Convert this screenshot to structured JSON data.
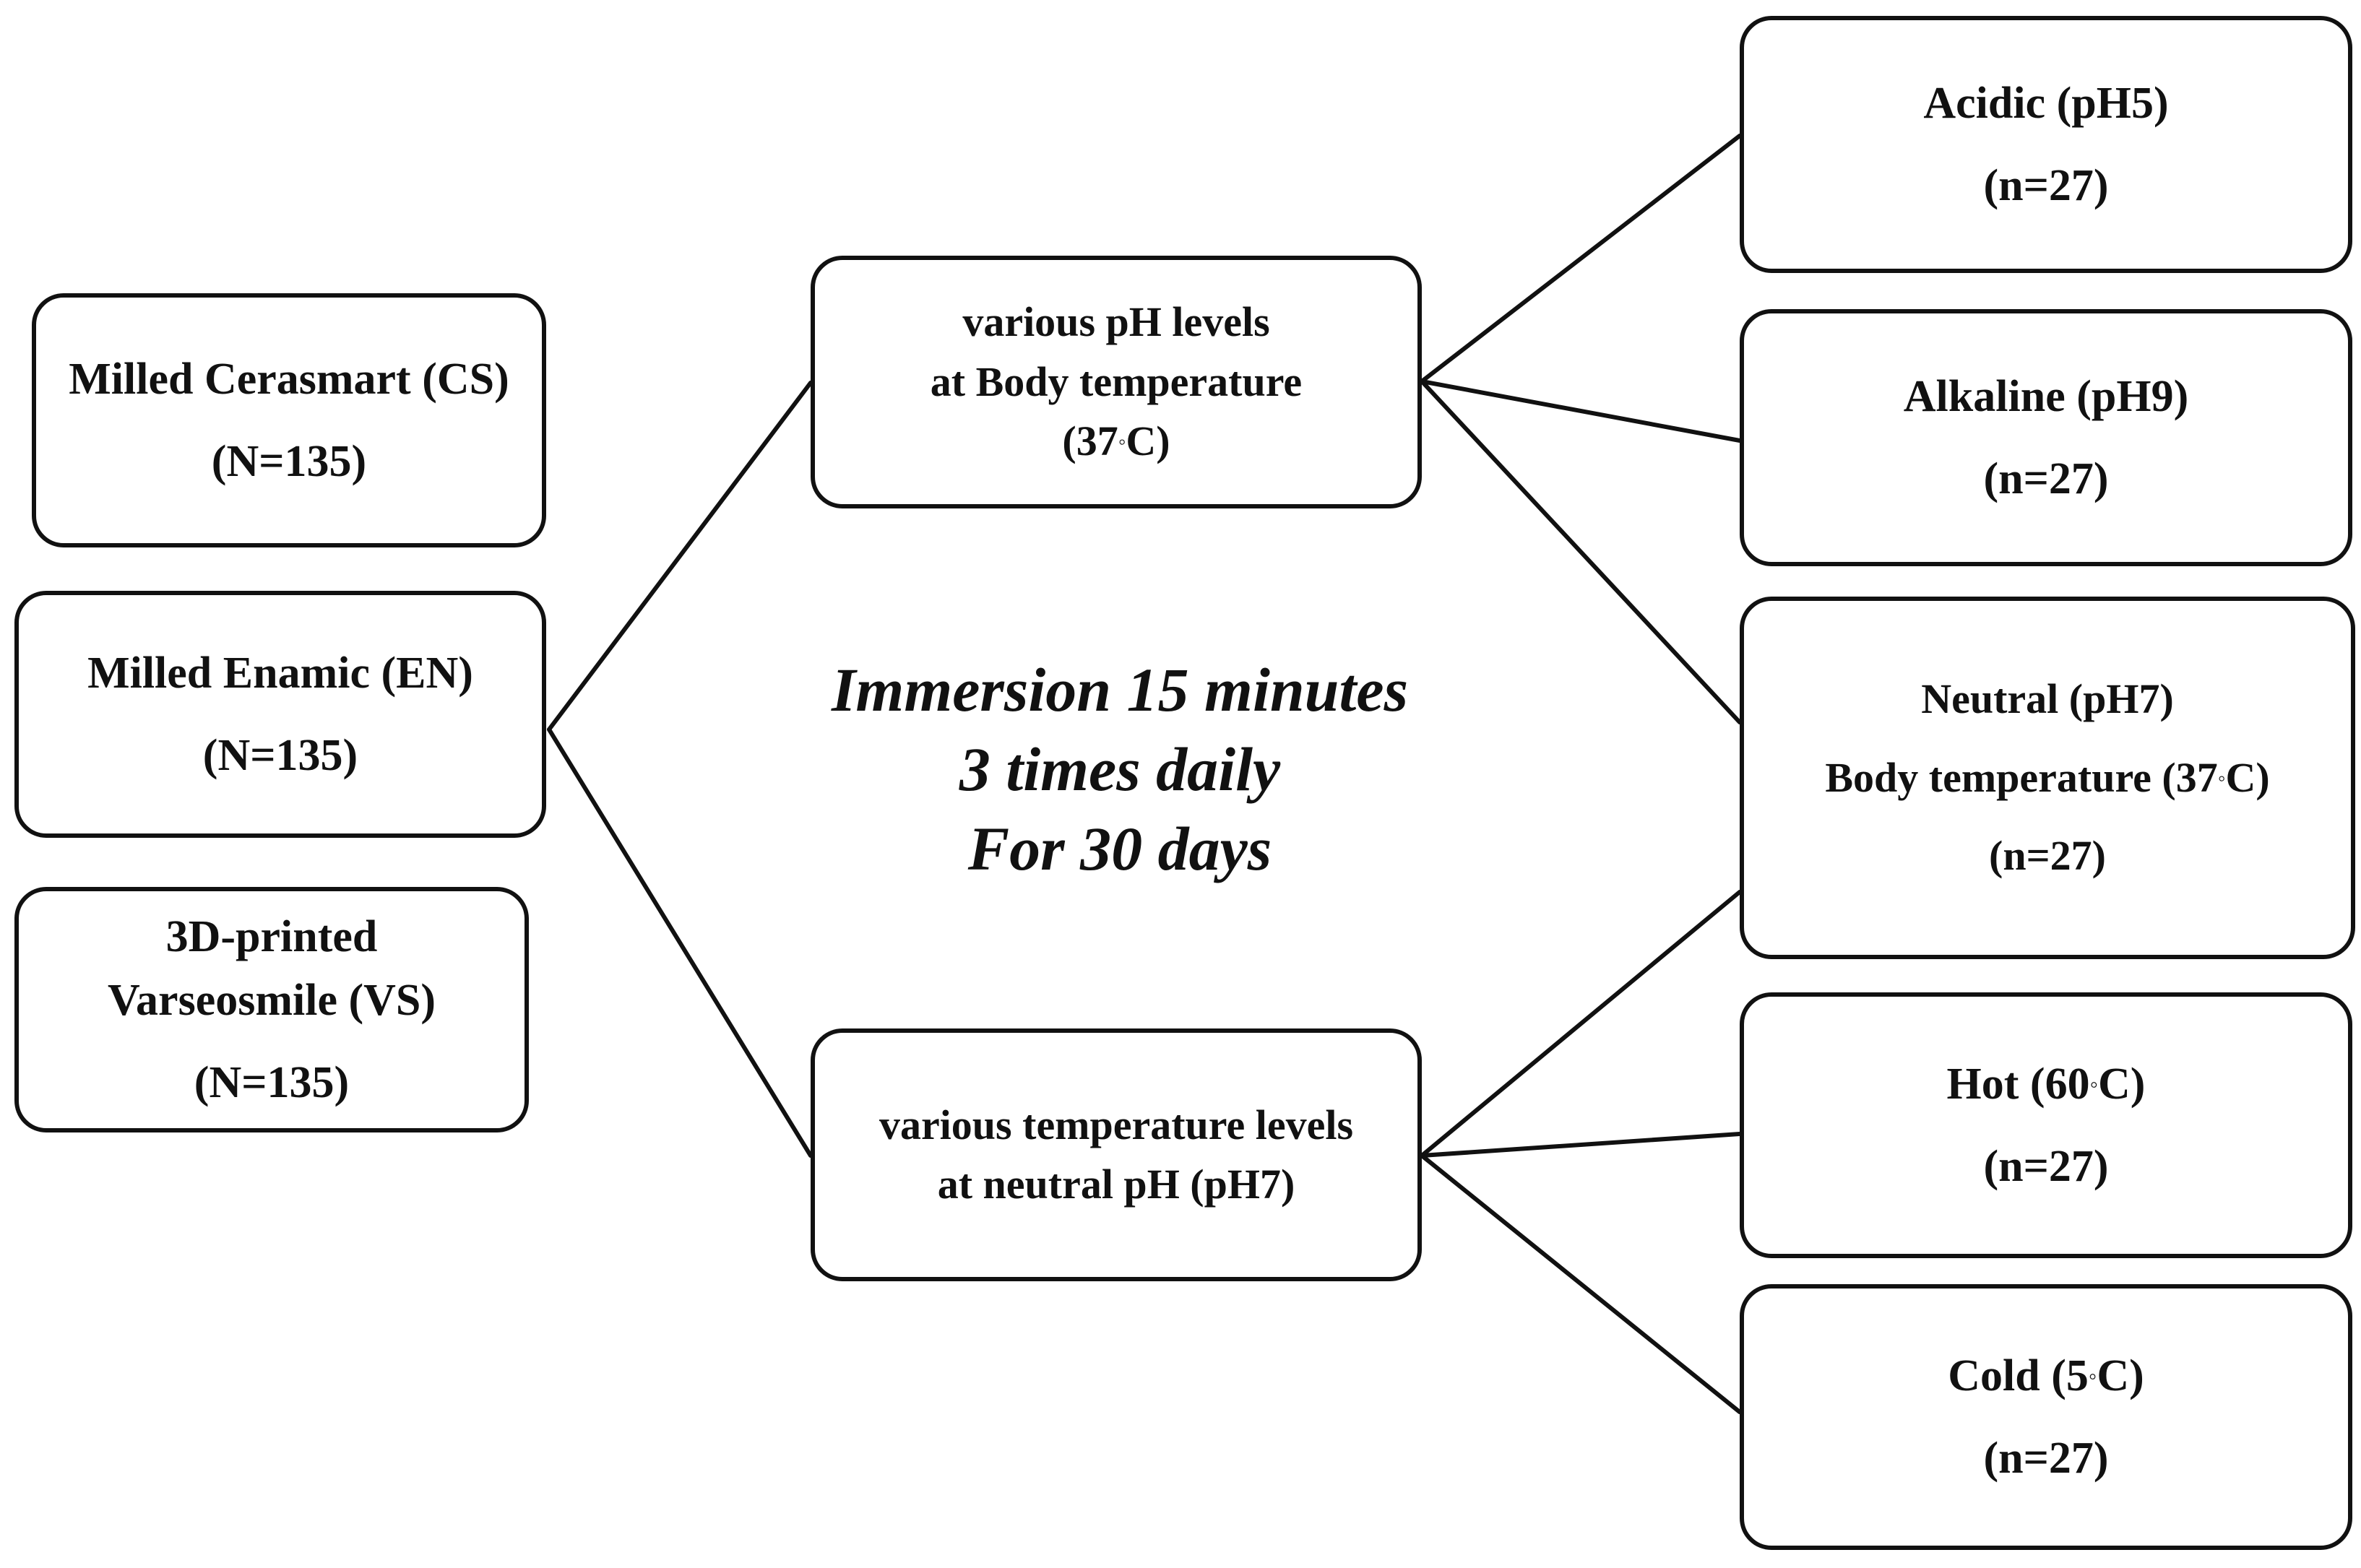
{
  "diagram": {
    "title": "Study design flowchart",
    "line_color": "#111111",
    "background": "#ffffff",
    "materials": [
      {
        "id": "cs",
        "line1": "Milled Cerasmart (CS)",
        "line2": "(N=135)"
      },
      {
        "id": "en",
        "line1": "Milled Enamic (EN)",
        "line2": "(N=135)"
      },
      {
        "id": "vs",
        "line1": "3D-printed",
        "line2": "Varseosmile (VS)",
        "line3": "(N=135)"
      }
    ],
    "conditions": [
      {
        "id": "ph",
        "line1": "various pH levels",
        "line2": "at Body temperature",
        "line3_pre": "(37",
        "line3_deg": "◦",
        "line3_post": "C)"
      },
      {
        "id": "temp",
        "line1": "various temperature levels",
        "line2": "at neutral pH (pH7)"
      }
    ],
    "protocol": {
      "line1": "Immersion 15 minutes",
      "line2": "3 times daily",
      "line3": "For 30 days"
    },
    "groups": [
      {
        "id": "acidic",
        "line1": "Acidic (pH5)",
        "line2": "(n=27)"
      },
      {
        "id": "alkaline",
        "line1": "Alkaline (pH9)",
        "line2": "(n=27)"
      },
      {
        "id": "neutral",
        "line1": "Neutral (pH7)",
        "line2_pre": "Body temperature (37",
        "line2_deg": "◦",
        "line2_post": "C)",
        "line3": "(n=27)"
      },
      {
        "id": "hot",
        "line1_pre": "Hot (60",
        "line1_deg": "◦",
        "line1_post": "C)",
        "line2": "(n=27)"
      },
      {
        "id": "cold",
        "line1_pre": "Cold (5",
        "line1_deg": "◦",
        "line1_post": "C)",
        "line2": "(n=27)"
      }
    ]
  }
}
